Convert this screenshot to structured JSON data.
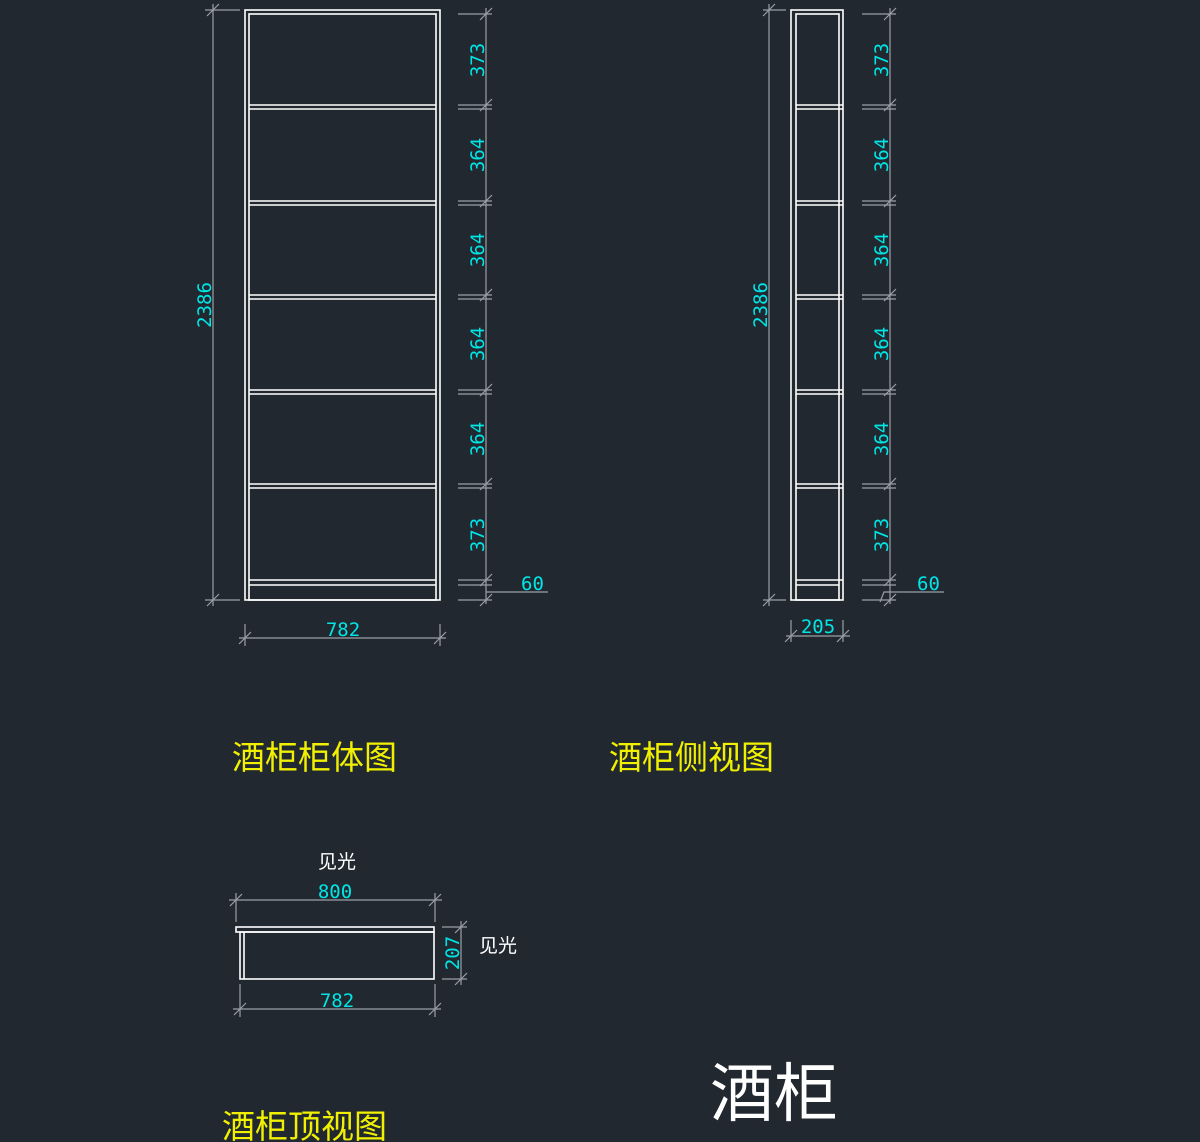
{
  "colors": {
    "background": "#212830",
    "outline": "#ffffff",
    "dimension_line": "#9aa0a6",
    "dimension_text": "#00e6e6",
    "view_title": "#f0f000",
    "note": "#ffffff"
  },
  "front_view": {
    "title": "酒柜柜体图",
    "total_height": "2386",
    "width": "782",
    "segments": [
      "373",
      "364",
      "364",
      "364",
      "364",
      "373"
    ],
    "base": "60"
  },
  "side_view": {
    "title": "酒柜侧视图",
    "total_height": "2386",
    "depth": "205",
    "segments": [
      "373",
      "364",
      "364",
      "364",
      "364",
      "373"
    ],
    "base": "60"
  },
  "top_view": {
    "title": "酒柜顶视图",
    "top_note": "见光",
    "top_width": "800",
    "side_note": "见光",
    "depth": "207",
    "bottom_width": "782"
  },
  "drawing_title": "酒柜"
}
